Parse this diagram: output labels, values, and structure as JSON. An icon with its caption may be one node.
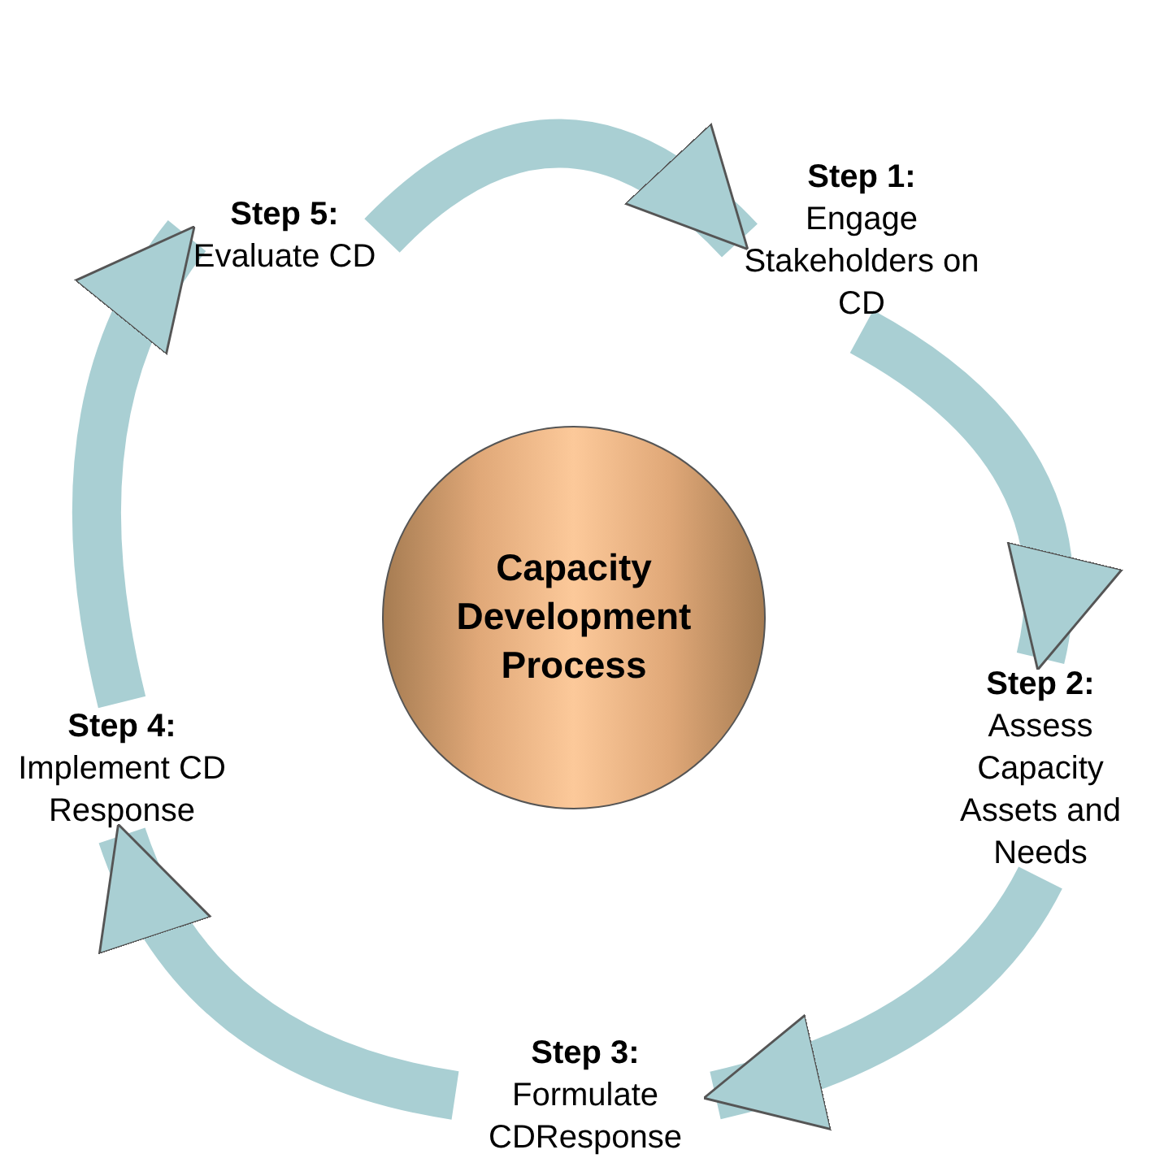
{
  "diagram": {
    "nodes": [
      {
        "text": [
          "Capacity Development Process"
        ]
      },
      {
        "text": [
          "Step 1:",
          "Engage Stakeholders on CD"
        ]
      },
      {
        "text": [
          "Step 2:",
          "Assess Capacity Assets and Needs"
        ]
      },
      {
        "text": [
          "Step 3:",
          "Formulate CDResponse"
        ]
      },
      {
        "text": [
          "Step 4:",
          "Implement CD Response"
        ]
      },
      {
        "text": [
          "Step 5:",
          "Evaluate CD"
        ]
      }
    ],
    "edges": [
      {
        "from": 5,
        "to": 1,
        "arrow": "to"
      },
      {
        "from": 1,
        "to": 2,
        "arrow": "to"
      },
      {
        "from": 2,
        "to": 3,
        "arrow": "to"
      },
      {
        "from": 3,
        "to": 4,
        "arrow": "to"
      },
      {
        "from": 4,
        "to": 5,
        "arrow": "to"
      }
    ]
  }
}
